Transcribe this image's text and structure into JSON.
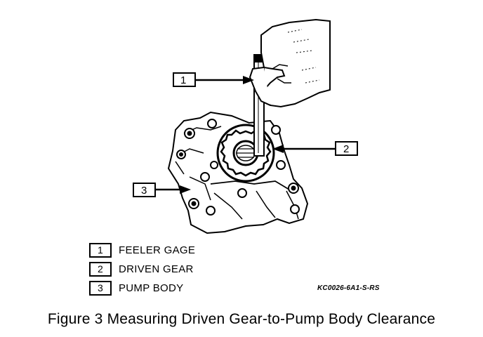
{
  "callouts": [
    {
      "number": "1"
    },
    {
      "number": "2"
    },
    {
      "number": "3"
    }
  ],
  "legend": [
    {
      "number": "1",
      "label": "FEELER GAGE"
    },
    {
      "number": "2",
      "label": "DRIVEN GEAR"
    },
    {
      "number": "3",
      "label": "PUMP BODY"
    }
  ],
  "figure_code": "KC0026-6A1-S-RS",
  "caption": "Figure 3  Measuring Driven Gear-to-Pump Body Clearance",
  "colors": {
    "ink": "#000000",
    "paper": "#ffffff"
  }
}
